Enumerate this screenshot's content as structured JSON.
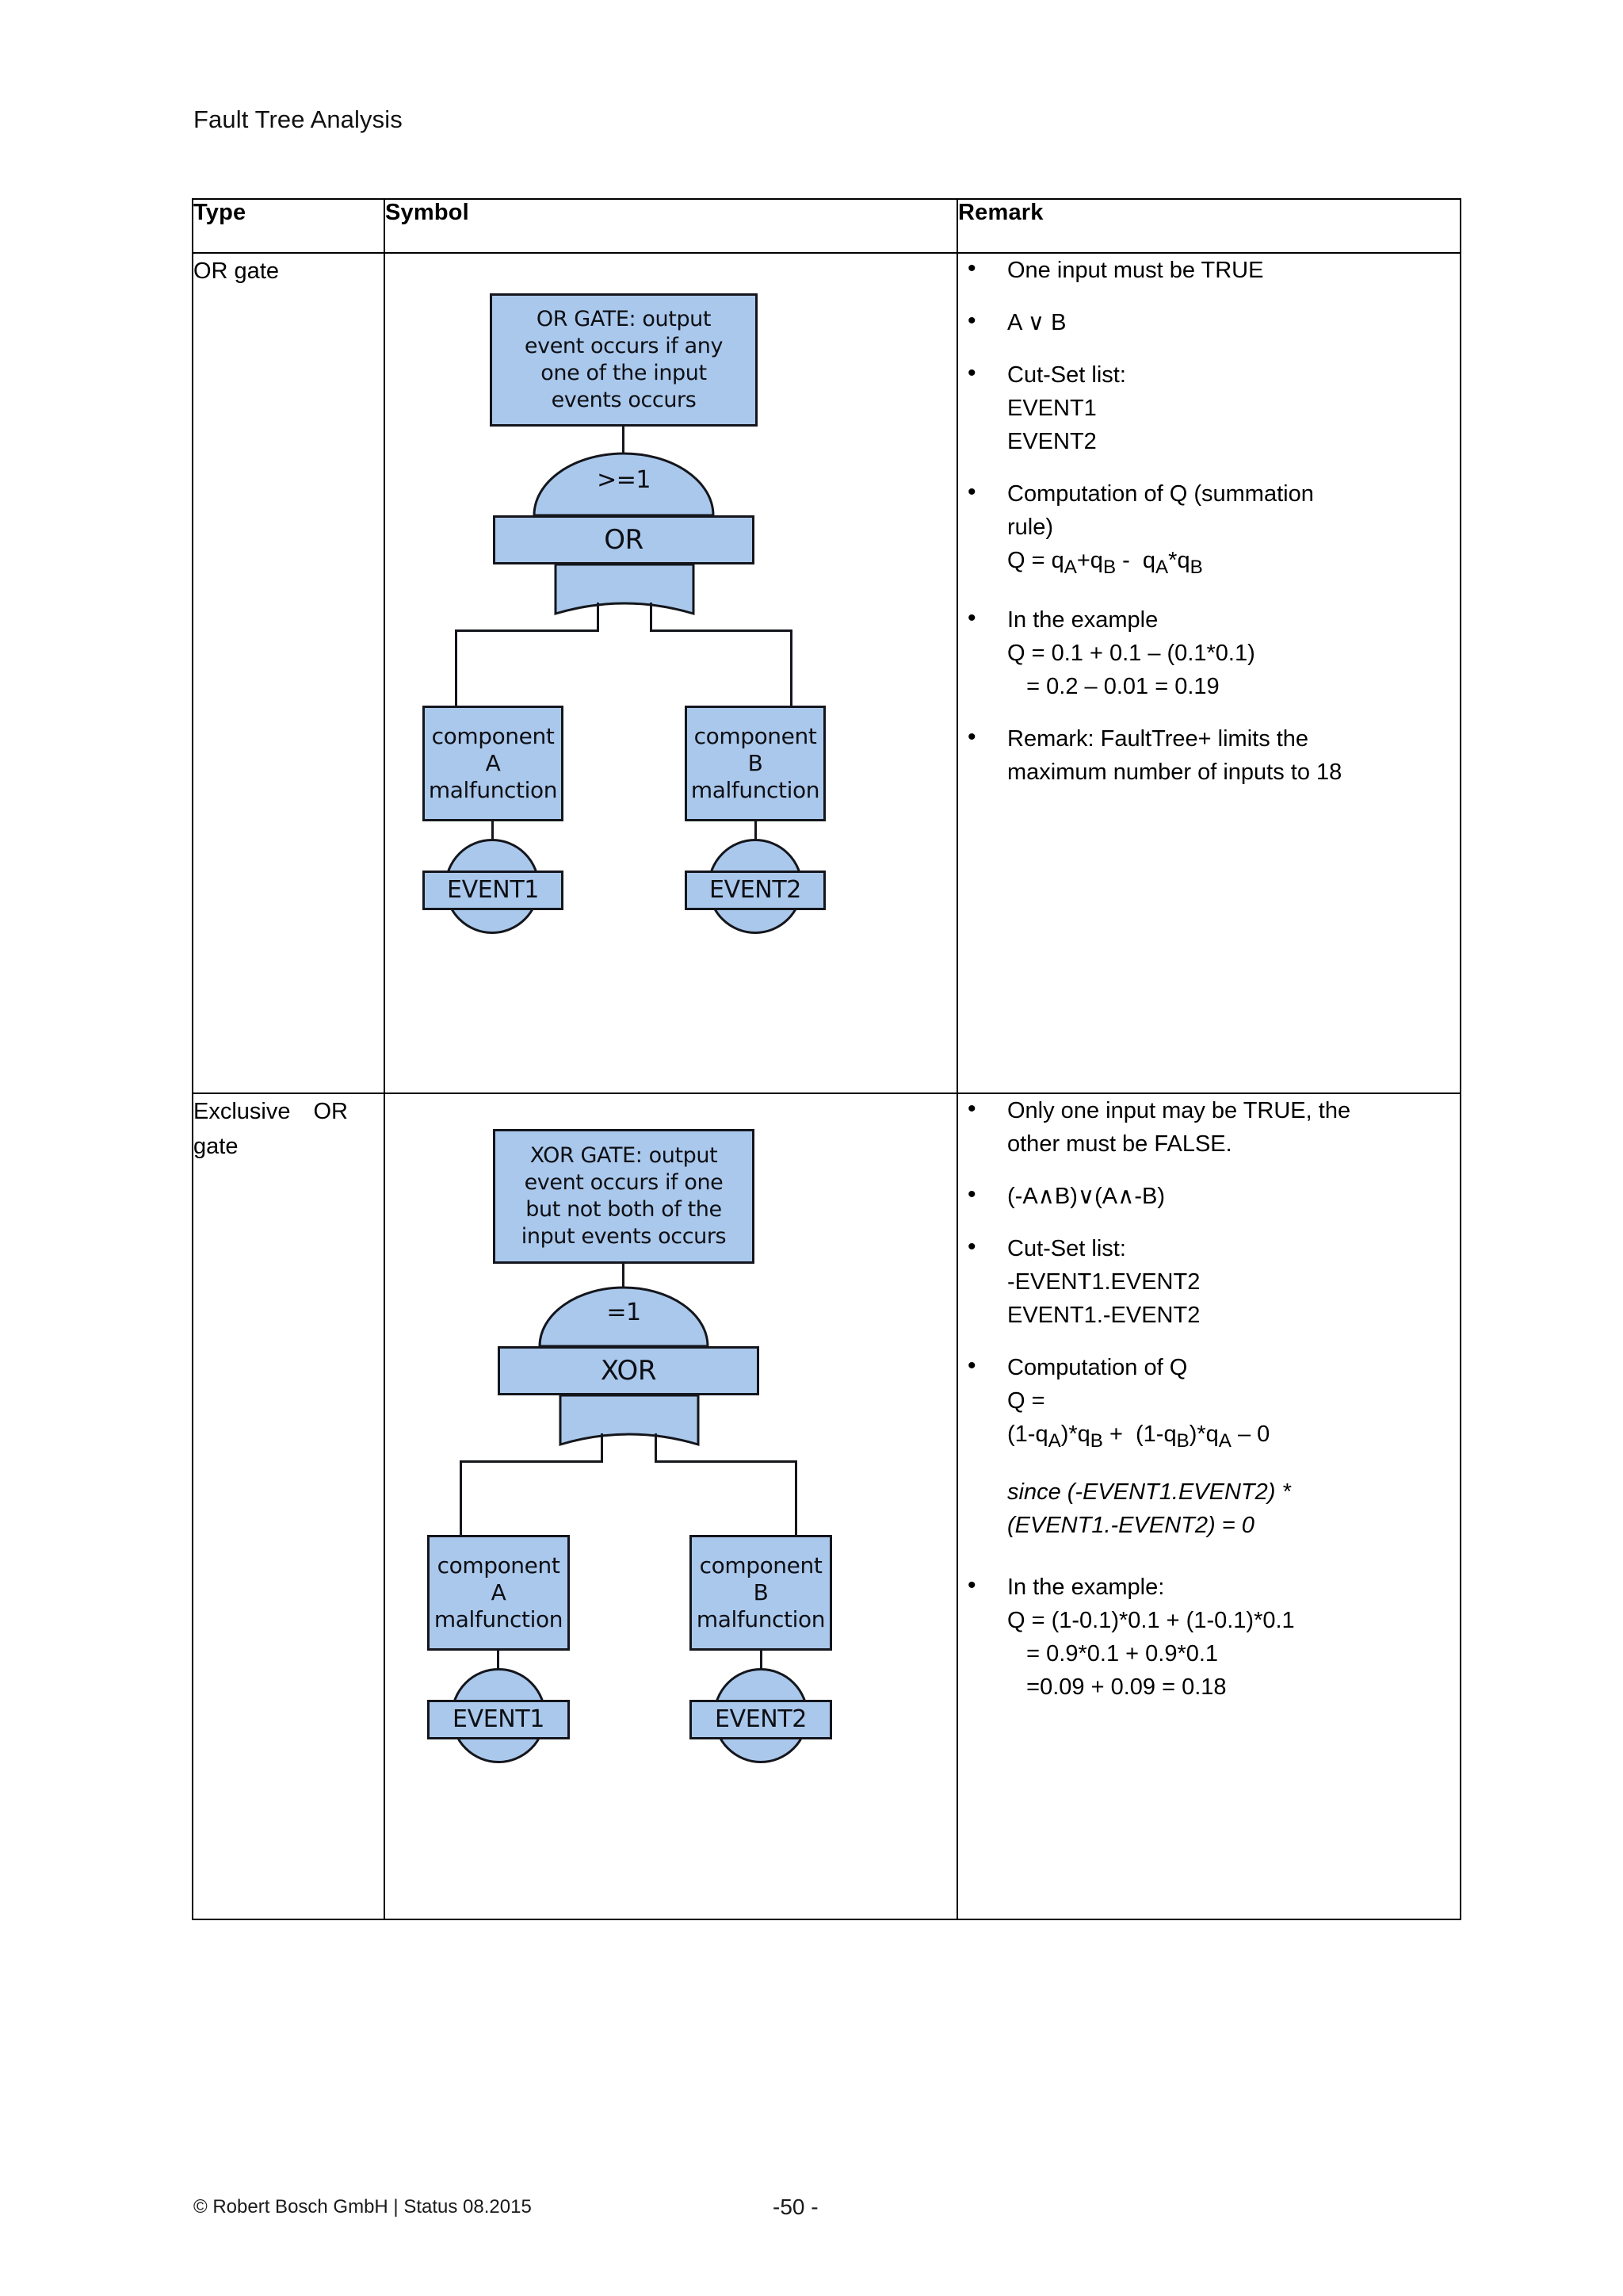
{
  "document": {
    "header_title": "Fault Tree Analysis",
    "footer_copyright": "© Robert Bosch GmbH | Status 08.2015",
    "page_number": "-50 -"
  },
  "colors": {
    "gate_fill": "#aac8ec",
    "gate_stroke": "#14161c",
    "table_border": "#000000",
    "page_background": "#ffffff"
  },
  "table": {
    "headers": {
      "type": "Type",
      "symbol": "Symbol",
      "remark": "Remark"
    },
    "rows": [
      {
        "type_line1": "OR gate",
        "type_line2": "",
        "diagram": {
          "comment": "OR GATE: output event occurs if any one of the input events occurs",
          "comment_lines": [
            "OR GATE: output",
            "event occurs if any",
            "one of the input",
            "events occurs"
          ],
          "gate_symbol_label": ">=1",
          "gate_name": "OR",
          "children": [
            {
              "line1": "component A",
              "line2": "malfunction",
              "event": "EVENT1"
            },
            {
              "line1": "component B",
              "line2": "malfunction",
              "event": "EVENT2"
            }
          ]
        },
        "remarks": [
          {
            "lines": [
              "One input must be TRUE"
            ]
          },
          {
            "lines": [
              "A ∨ B"
            ]
          },
          {
            "lines": [
              "Cut-Set list:",
              "EVENT1",
              "EVENT2"
            ]
          },
          {
            "lines": [
              "Computation of Q (summation",
              "rule)"
            ],
            "formula_html": "Q = q<sub>A</sub>+q<sub>B</sub> -  q<sub>A</sub>*q<sub>B</sub>"
          },
          {
            "lines": [
              "In the example",
              "Q = 0.1 + 0.1 – (0.1*0.1)",
              "   = 0.2 – 0.01 = 0.19"
            ]
          },
          {
            "lines": [
              "Remark: FaultTree+ limits the",
              "maximum number of inputs to 18"
            ]
          }
        ]
      },
      {
        "type_line1": "Exclusive  OR",
        "type_line2": "gate",
        "diagram": {
          "comment": "XOR GATE: output event occurs if one but not both of the input events occurs",
          "comment_lines": [
            "XOR GATE: output",
            "event occurs if one",
            "but not both of the",
            "input events occurs"
          ],
          "gate_symbol_label": "=1",
          "gate_name": "XOR",
          "children": [
            {
              "line1": "component A",
              "line2": "malfunction",
              "event": "EVENT1"
            },
            {
              "line1": "component B",
              "line2": "malfunction",
              "event": "EVENT2"
            }
          ]
        },
        "remarks": [
          {
            "lines": [
              "Only one input may be TRUE, the",
              "other must be FALSE."
            ]
          },
          {
            "lines": [
              "(-A∧B)∨(A∧-B)"
            ]
          },
          {
            "lines": [
              "Cut-Set list:",
              "-EVENT1.EVENT2",
              "EVENT1.-EVENT2"
            ]
          },
          {
            "lines": [
              "Computation of Q",
              "Q ="
            ],
            "formula_html": "(1-q<sub>A</sub>)*q<sub>B</sub> +  (1-q<sub>B</sub>)*q<sub>A</sub> – 0",
            "italic_lines": [
              "since (-EVENT1.EVENT2) *",
              "(EVENT1.-EVENT2) = 0"
            ]
          },
          {
            "lines": [
              "In the example:",
              "Q = (1-0.1)*0.1 + (1-0.1)*0.1",
              "   = 0.9*0.1 + 0.9*0.1",
              "   =0.09 + 0.09 = 0.18"
            ]
          }
        ]
      }
    ]
  }
}
